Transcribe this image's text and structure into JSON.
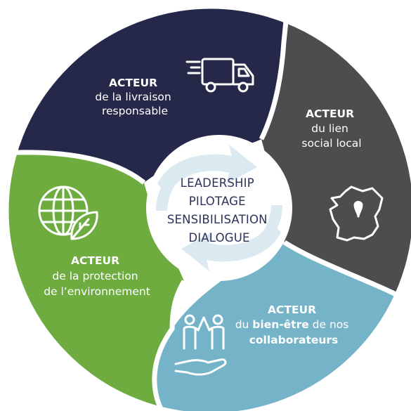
{
  "center": {
    "lines": [
      "LEADERSHIP",
      "PILOTAGE",
      "SENSIBILISATION",
      "DIALOGUE"
    ]
  },
  "segments": {
    "livraison": {
      "heading": "ACTEUR",
      "line1": "de la livraison",
      "line2": "responsable",
      "icon": "truck-icon",
      "color": "#26284a"
    },
    "lien": {
      "heading": "ACTEUR",
      "line1": "du lien",
      "line2": "social local",
      "icon": "france-map-pin-icon",
      "color": "#4d4d4f"
    },
    "collaborateurs": {
      "heading": "ACTEUR",
      "line1_pre": "du ",
      "line1_bold": "bien-être",
      "line1_post": " de nos",
      "line2": "collaborateurs",
      "icon": "people-hand-icon",
      "color": "#75b3c9"
    },
    "environnement": {
      "heading": "ACTEUR",
      "line1": "de la protection",
      "line2": "de l’environnement",
      "icon": "globe-leaf-icon",
      "color": "#6eac3f"
    }
  },
  "center_color": "#dbe9f1"
}
